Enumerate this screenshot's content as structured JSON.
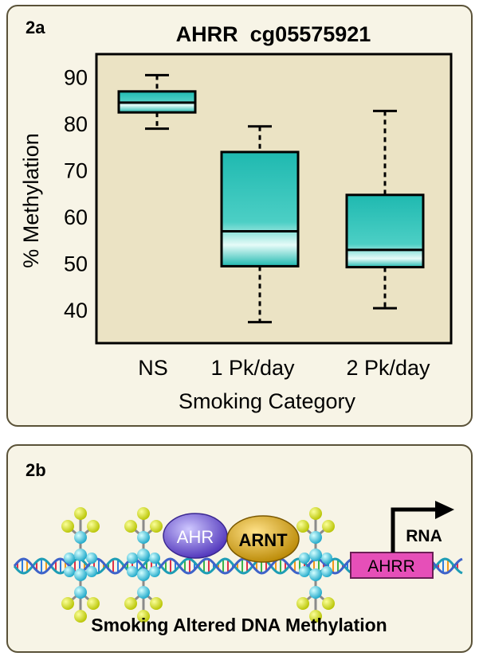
{
  "panel_a": {
    "label": "2a"
  },
  "panel_b": {
    "label": "2b",
    "ahr_label": "AHR",
    "arnt_label": "ARNT",
    "gene_label": "AHRR",
    "rna_label": "RNA",
    "caption": "Smoking Altered DNA Methylation"
  },
  "chart_data": {
    "type": "boxplot",
    "title": "AHRR  cg05575921",
    "xlabel": "Smoking Category",
    "ylabel": "% Methylation",
    "ylim": [
      33,
      95
    ],
    "yticks": [
      40,
      50,
      60,
      70,
      80,
      90
    ],
    "grid": false,
    "categories": [
      "NS",
      "1 Pk/day",
      "2 Pk/day"
    ],
    "boxes": [
      {
        "category": "NS",
        "min": 79,
        "q1": 82.5,
        "median": 84.6,
        "q3": 87,
        "max": 90.5
      },
      {
        "category": "1 Pk/day",
        "min": 37.5,
        "q1": 49.5,
        "median": 57,
        "q3": 74,
        "max": 79.5
      },
      {
        "category": "2 Pk/day",
        "min": 40.5,
        "q1": 49.3,
        "median": 53,
        "q3": 64.8,
        "max": 82.8
      }
    ],
    "colors": {
      "plot_bg": "#ebe3c4",
      "box_fill": "#1fb9b0",
      "box_light": "#e6fbf8",
      "line": "#000000"
    }
  }
}
